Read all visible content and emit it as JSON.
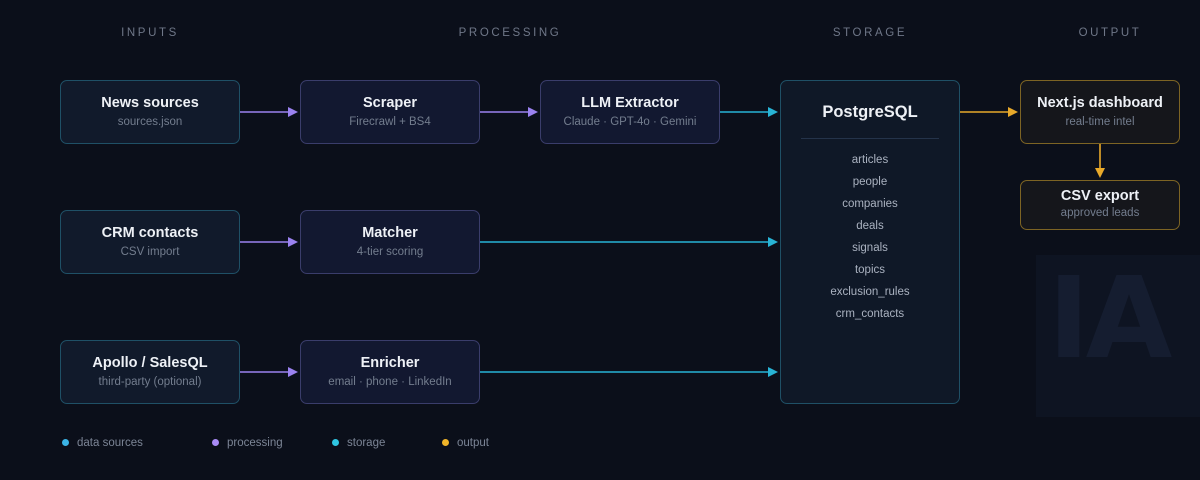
{
  "columns": [
    "INPUTS",
    "PROCESSING",
    "STORAGE",
    "OUTPUT"
  ],
  "nodes": {
    "news_sources": {
      "title": "News sources",
      "subtitle": "sources.json"
    },
    "scraper": {
      "title": "Scraper",
      "subtitle": "Firecrawl + BS4"
    },
    "llm_extractor": {
      "title": "LLM Extractor",
      "subtitle": "Claude · GPT-4o · Gemini"
    },
    "crm_contacts": {
      "title": "CRM contacts",
      "subtitle": "CSV import"
    },
    "matcher": {
      "title": "Matcher",
      "subtitle": "4-tier scoring"
    },
    "apollo": {
      "title": "Apollo / SalesQL",
      "subtitle": "third-party (optional)"
    },
    "enricher": {
      "title": "Enricher",
      "subtitle": "email · phone · LinkedIn"
    },
    "dashboard": {
      "title": "Next.js dashboard",
      "subtitle": "real-time intel"
    },
    "csv_export": {
      "title": "CSV export",
      "subtitle": "approved leads"
    }
  },
  "database": {
    "title": "PostgreSQL",
    "tables": [
      "articles",
      "people",
      "companies",
      "deals",
      "signals",
      "topics",
      "exclusion_rules",
      "crm_contacts"
    ]
  },
  "watermark": "IA",
  "legend": [
    {
      "label": "data sources",
      "color": "#3bb4e6"
    },
    {
      "label": "processing",
      "color": "#a98bf5"
    },
    {
      "label": "storage",
      "color": "#2fc6e2"
    },
    {
      "label": "output",
      "color": "#f0b429"
    }
  ],
  "colors": {
    "processing_arrow": "#9b82f0",
    "storage_arrow": "#28b4d6",
    "output_arrow": "#e8a92a"
  }
}
